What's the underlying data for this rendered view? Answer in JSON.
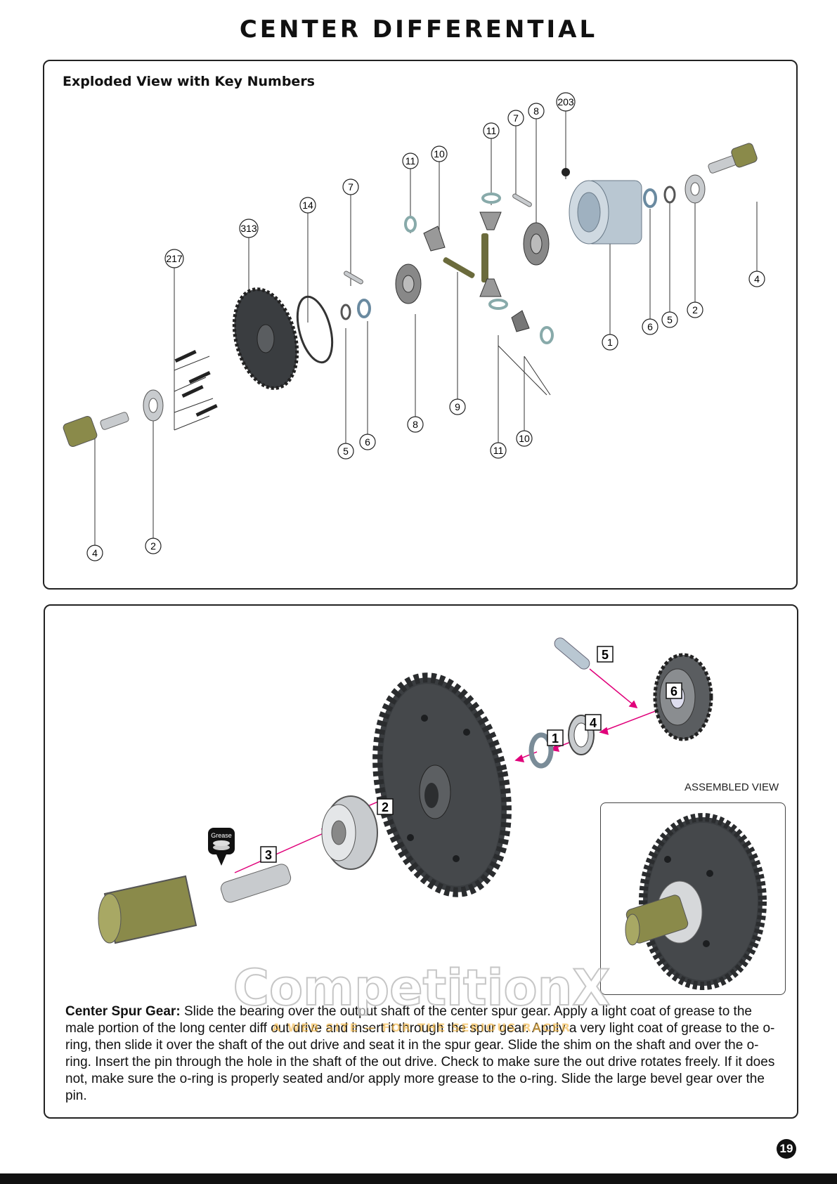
{
  "page": {
    "title": "CENTER DIFFERENTIAL",
    "page_number": "19"
  },
  "exploded_view": {
    "heading": "Exploded View with Key Numbers",
    "callouts": [
      "203",
      "7",
      "8",
      "11",
      "10",
      "11",
      "7",
      "14",
      "313",
      "217",
      "4",
      "6",
      "5",
      "2",
      "1",
      "9",
      "8",
      "5",
      "6",
      "10",
      "11",
      "2",
      "4"
    ]
  },
  "assembly_view": {
    "callouts": [
      "5",
      "6",
      "4",
      "1",
      "2",
      "3"
    ],
    "grease_label": "Grease",
    "assembled_label": "ASSEMBLED VIEW",
    "instructions_heading": "Center Spur Gear:",
    "instructions_body": "Slide the bearing over the output shaft of the center spur gear. Apply a light coat of grease to the male portion of the long center diff out drive and insert it through the spur gear. Apply a very light coat of grease to the o-ring, then slide it over the shaft of the out drive and seat it in the spur gear. Slide the shim on the shaft and over the o-ring. Insert the pin through the hole in the shaft of the out drive. Check to make sure the out drive rotates freely. If it does not, make sure the o-ring is properly seated and/or apply more grease to the o-ring. Slide the large bevel gear over the pin."
  },
  "watermark": {
    "brand": "CompetitionX",
    "tagline": "A WEB SITE — FOR THE SERIOUS RACER"
  },
  "colors": {
    "gear_dark": "#3a3d40",
    "outdrive_olive": "#8a8a4a",
    "bearing_gray": "#c8cbce",
    "case_blue": "#b9c7d2",
    "leader_magenta": "#e0007a"
  }
}
